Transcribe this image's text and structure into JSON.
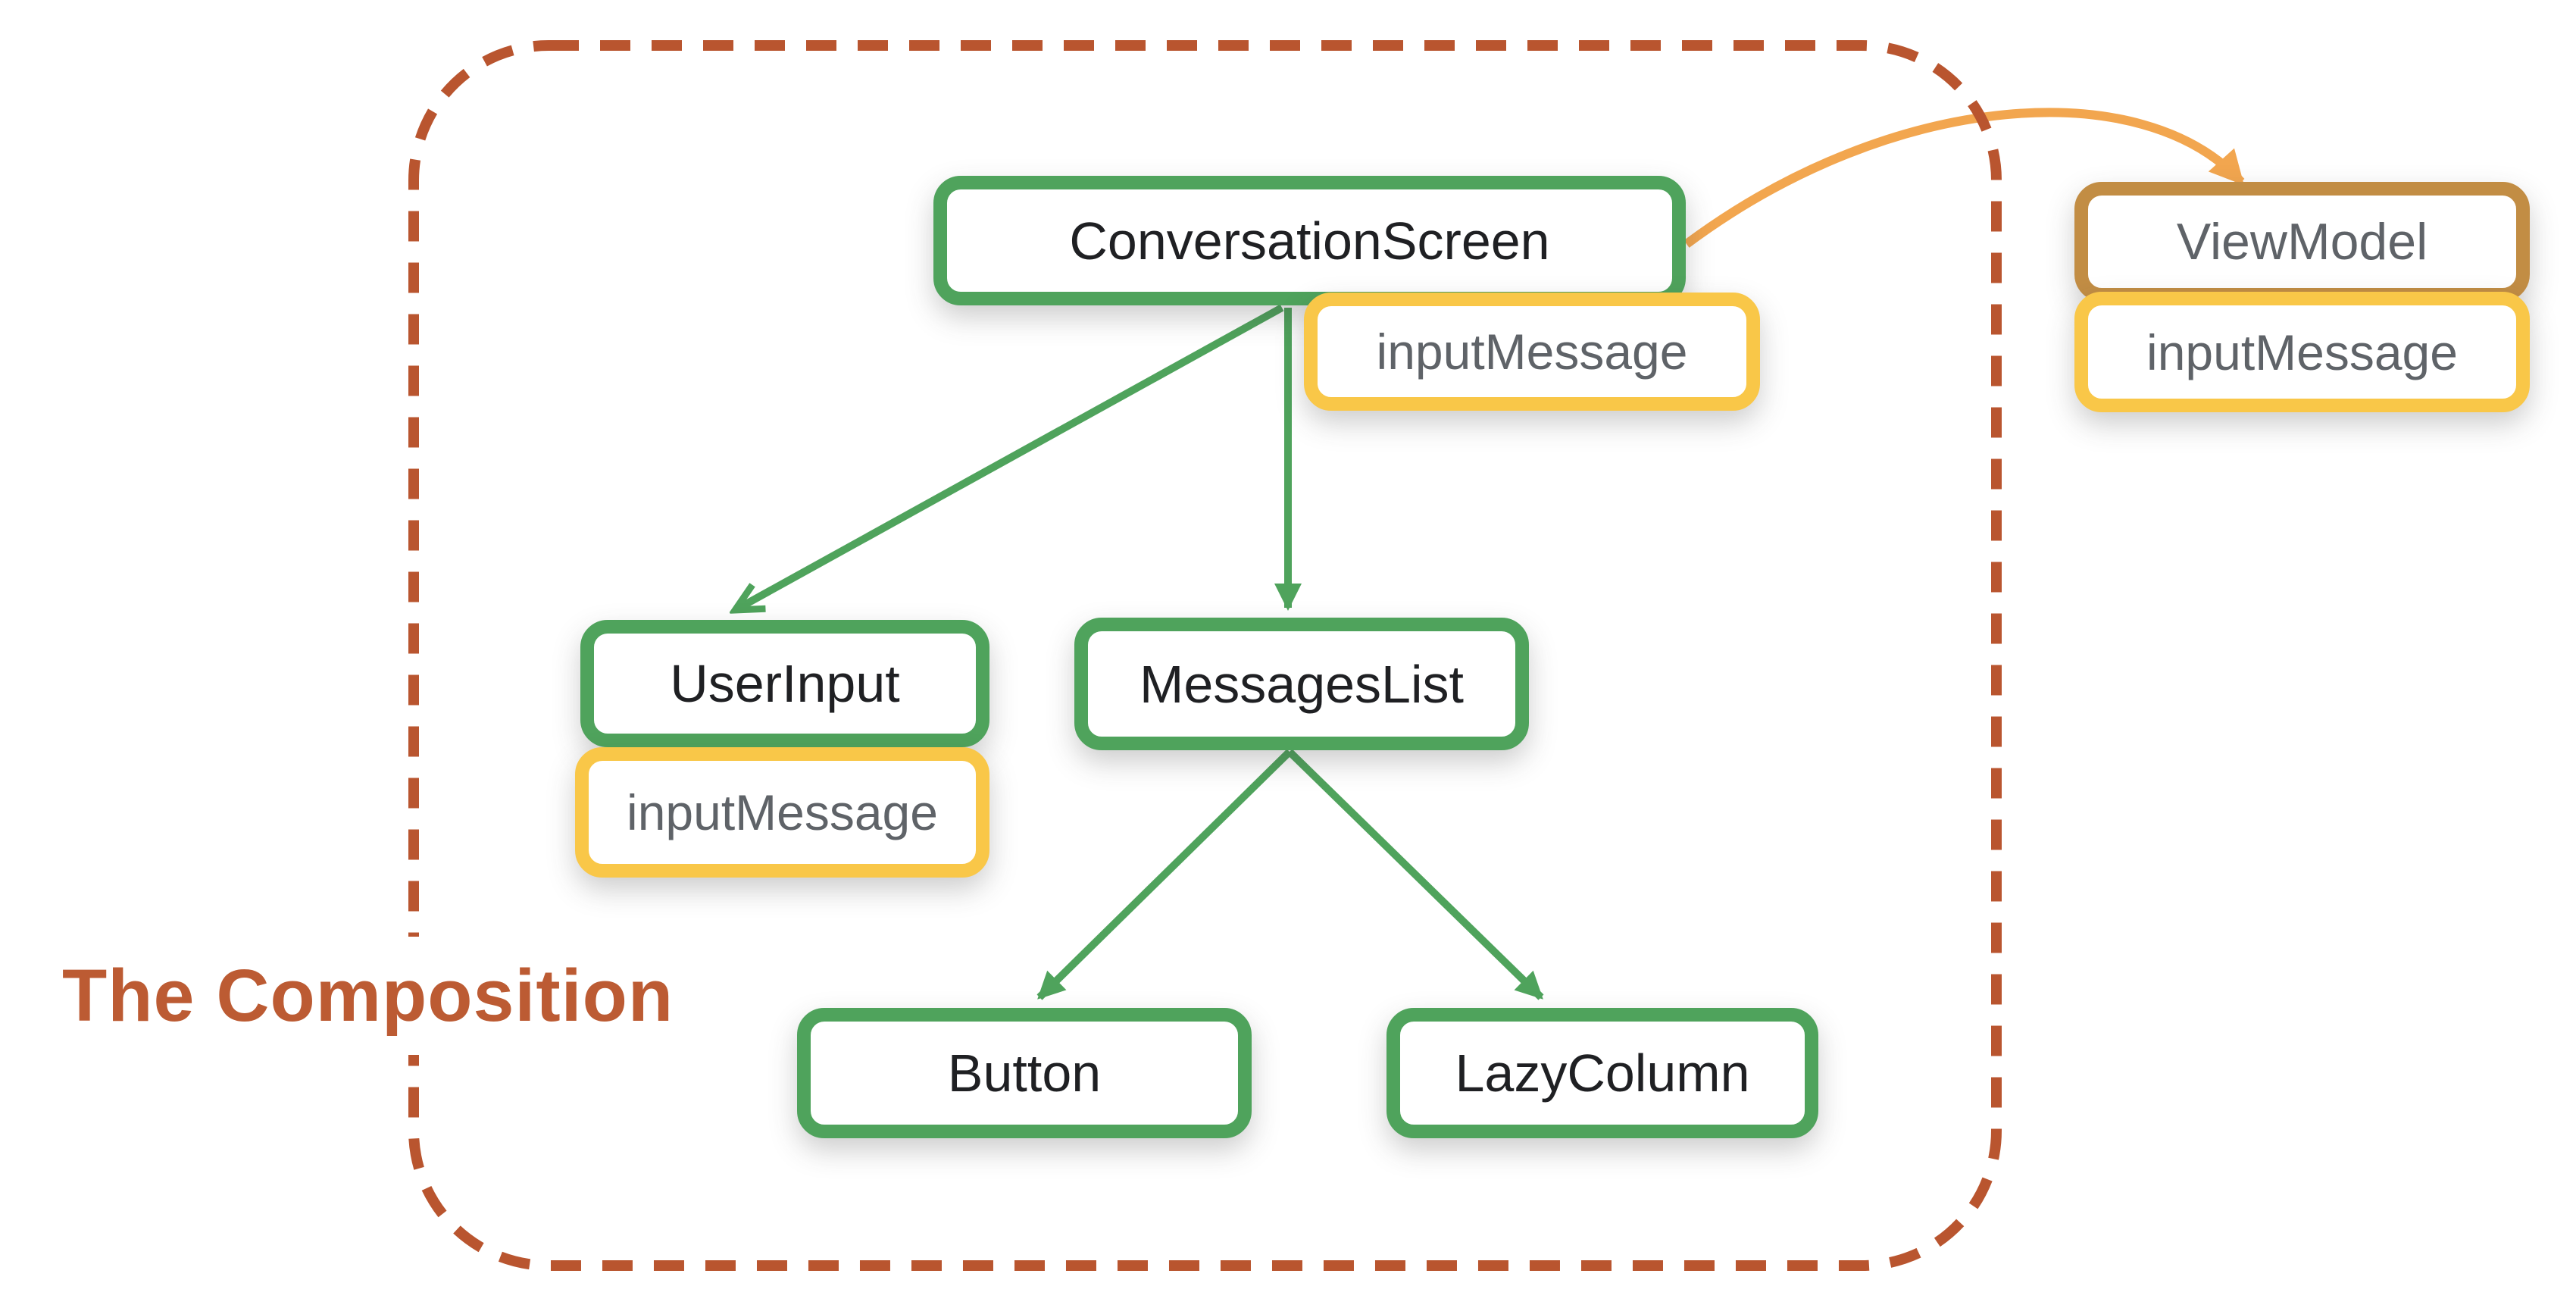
{
  "title": {
    "text": "The Composition"
  },
  "nodes": {
    "conversation_screen": {
      "label": "ConversationScreen",
      "kind": "composable"
    },
    "cs_input_message": {
      "label": "inputMessage",
      "kind": "state"
    },
    "user_input": {
      "label": "UserInput",
      "kind": "composable"
    },
    "ui_input_message": {
      "label": "inputMessage",
      "kind": "state"
    },
    "messages_list": {
      "label": "MessagesList",
      "kind": "composable"
    },
    "button": {
      "label": "Button",
      "kind": "composable"
    },
    "lazy_column": {
      "label": "LazyColumn",
      "kind": "composable"
    },
    "view_model": {
      "label": "ViewModel",
      "kind": "viewmodel"
    },
    "vm_input_message": {
      "label": "inputMessage",
      "kind": "state"
    }
  },
  "edges": [
    {
      "from": "ConversationScreen",
      "to": "UserInput",
      "style": "green-open-arrow"
    },
    {
      "from": "ConversationScreen",
      "to": "MessagesList",
      "style": "green-solid-arrow"
    },
    {
      "from": "MessagesList",
      "to": "Button",
      "style": "green-solid-arrow"
    },
    {
      "from": "MessagesList",
      "to": "LazyColumn",
      "style": "green-solid-arrow"
    },
    {
      "from": "ConversationScreen",
      "to": "ViewModel",
      "style": "orange-curved-arrow"
    }
  ],
  "colors": {
    "composable_border": "#4FA35C",
    "state_border": "#F9C748",
    "viewmodel_border": "#C28D44",
    "flow_arrow": "#F2A64F",
    "boundary_dash": "#B9552F",
    "title_text": "#BC5B33",
    "composable_label": "#1f2023",
    "state_label": "#5f6368",
    "background": "#ffffff"
  }
}
